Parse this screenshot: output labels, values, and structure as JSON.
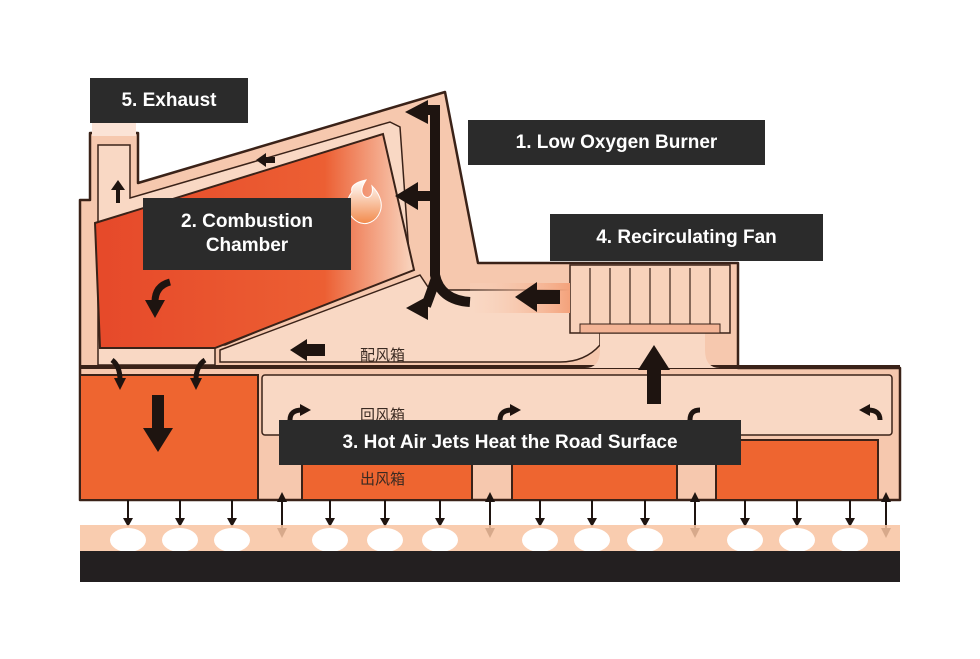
{
  "labels": {
    "exhaust": "5. Exhaust",
    "burner": "1. Low Oxygen Burner",
    "chamber_line1": "2. Combustion",
    "chamber_line2": "Chamber",
    "fan": "4. Recirculating Fan",
    "jets": "3. Hot Air Jets Heat the Road Surface"
  },
  "chinese_labels": {
    "distribution_box": "配风箱",
    "return_box": "回风箱",
    "outlet_box": "出风箱"
  },
  "colors": {
    "housing_peach": "#f6c8ae",
    "duct_peach": "#f9d8c4",
    "chamber_red": "#e8502a",
    "box_orange": "#ee6530",
    "outline": "#3a2218",
    "arrow": "#1e1410",
    "road": "#231f20",
    "label_bg": "#2b2b2b",
    "label_text": "#ffffff"
  }
}
